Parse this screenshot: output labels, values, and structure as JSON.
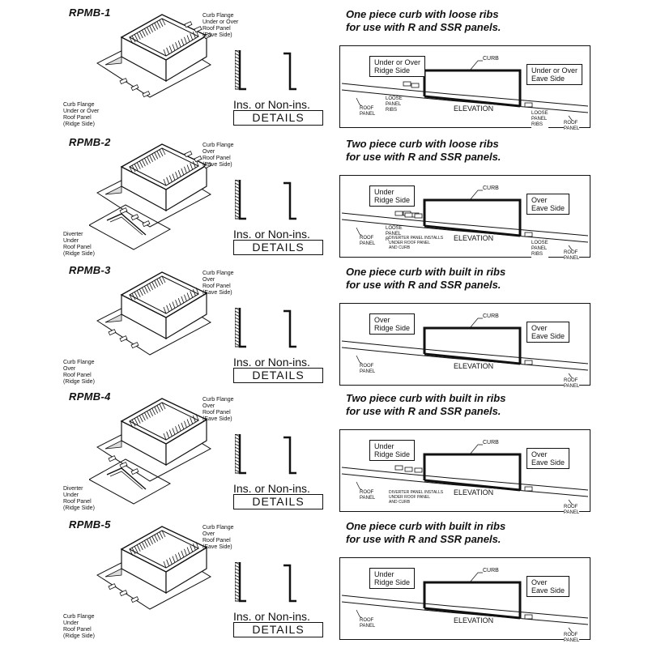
{
  "rows": [
    {
      "model": "RPMB-1",
      "flange_top": "Curb Flange\nUnder or Over\nRoof Panel\n(Eave Side)",
      "flange_bottom": "Curb Flange\nUnder or Over\nRoof Panel\n(Ridge Side)",
      "heading1": "One piece curb with loose ribs",
      "heading2": "for use with R and SSR panels.",
      "ins_label": "Ins. or Non-ins.",
      "details_label": "DETAILS",
      "box_left": "Under or Over\nRidge Side",
      "box_right": "Under or Over\nEave Side",
      "curb": "CURB",
      "elevation": "ELEVATION",
      "roof_left": "ROOF\nPANEL",
      "roof_right": "ROOF\nPANEL",
      "ribs_left": "LOOSE\nPANEL\nRIBS",
      "ribs_right": "LOOSE\nPANEL\nRIBS",
      "diverter": ""
    },
    {
      "model": "RPMB-2",
      "flange_top": "Curb Flange\nOver\nRoof Panel\n(Eave Side)",
      "flange_bottom": "Diverter\nUnder\nRoof Panel\n(Ridge Side)",
      "heading1": "Two piece curb with loose ribs",
      "heading2": "for use with R and SSR panels.",
      "ins_label": "Ins. or Non-ins.",
      "details_label": "DETAILS",
      "box_left": "Under\nRidge Side",
      "box_right": "Over\nEave Side",
      "curb": "CURB",
      "elevation": "ELEVATION",
      "roof_left": "ROOF\nPANEL",
      "roof_right": "ROOF\nPANEL",
      "ribs_left": "LOOSE\nPANEL\nRIBS",
      "ribs_right": "LOOSE\nPANEL\nRIBS",
      "diverter": "DIVERTER PANEL INSTALLS\nUNDER ROOF PANEL\nAND CURB"
    },
    {
      "model": "RPMB-3",
      "flange_top": "Curb Flange\nOver\nRoof Panel\n(Eave Side)",
      "flange_bottom": "Curb Flange\nOver\nRoof Panel\n(Ridge Side)",
      "heading1": "One piece curb with built in ribs",
      "heading2": "for use with R and SSR panels.",
      "ins_label": "Ins. or Non-ins.",
      "details_label": "DETAILS",
      "box_left": "Over\nRidge Side",
      "box_right": "Over\nEave Side",
      "curb": "CURB",
      "elevation": "ELEVATION",
      "roof_left": "ROOF\nPANEL",
      "roof_right": "ROOF\nPANEL",
      "ribs_left": "",
      "ribs_right": "",
      "diverter": ""
    },
    {
      "model": "RPMB-4",
      "flange_top": "Curb Flange\nOver\nRoof Panel\n(Eave Side)",
      "flange_bottom": "Diverter\nUnder\nRoof Panel\n(Ridge Side)",
      "heading1": "Two piece curb with built in ribs",
      "heading2": "for use with R and SSR panels.",
      "ins_label": "Ins. or Non-ins.",
      "details_label": "DETAILS",
      "box_left": "Under\nRidge Side",
      "box_right": "Over\nEave Side",
      "curb": "CURB",
      "elevation": "ELEVATION",
      "roof_left": "ROOF\nPANEL",
      "roof_right": "ROOF\nPANEL",
      "ribs_left": "",
      "ribs_right": "",
      "diverter": "DIVERTER PANEL INSTALLS\nUNDER ROOF PANEL\nAND CURB"
    },
    {
      "model": "RPMB-5",
      "flange_top": "Curb Flange\nOver\nRoof Panel\n(Eave Side)",
      "flange_bottom": "Curb Flange\nUnder\nRoof Panel\n(Ridge Side)",
      "heading1": "One piece curb with built in ribs",
      "heading2": "for use with R and SSR panels.",
      "ins_label": "Ins. or Non-ins.",
      "details_label": "DETAILS",
      "box_left": "Under\nRidge Side",
      "box_right": "Over\nEave Side",
      "curb": "CURB",
      "elevation": "ELEVATION",
      "roof_left": "ROOF\nPANEL",
      "roof_right": "ROOF\nPANEL",
      "ribs_left": "",
      "ribs_right": "",
      "diverter": ""
    }
  ]
}
